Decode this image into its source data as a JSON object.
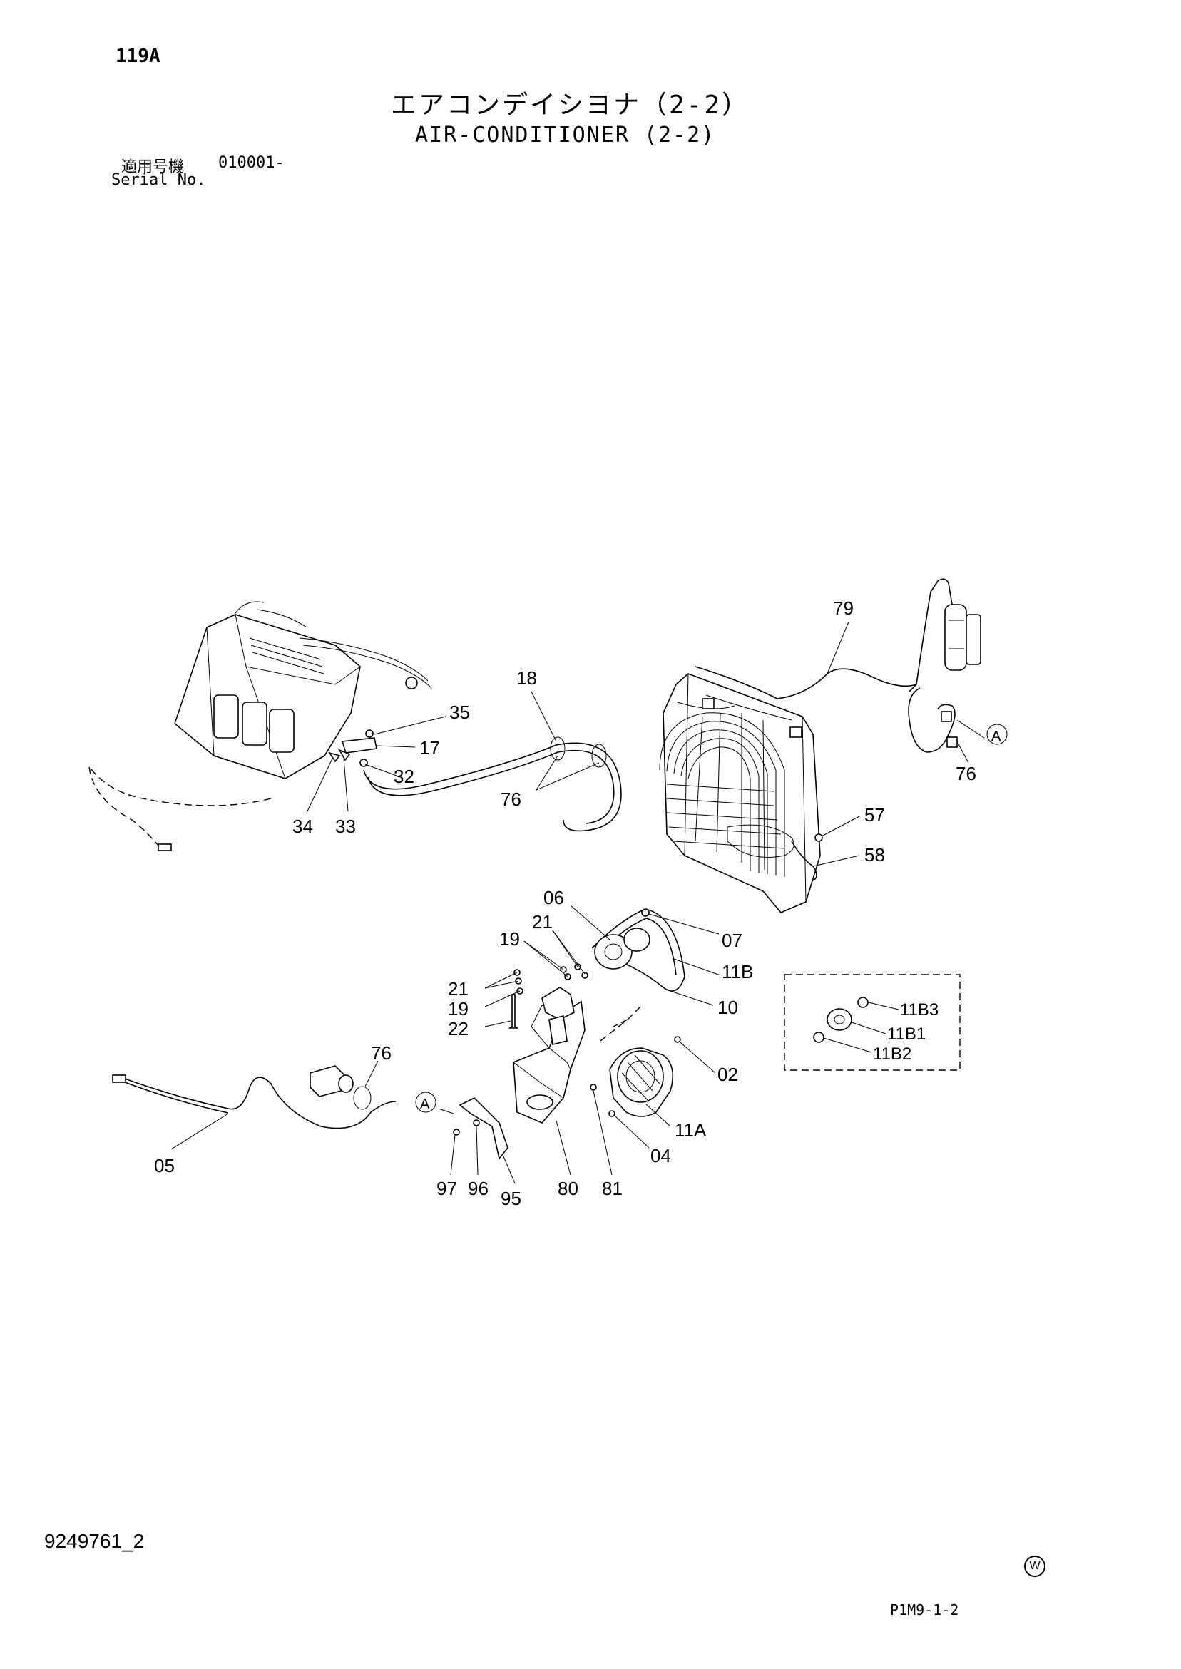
{
  "header": {
    "page_number": "119A",
    "title_jp": "エアコンデイシヨナ（2-2）",
    "title_en": "AIR-CONDITIONER (2-2)",
    "serial_label_jp": "適用号機",
    "serial_value": "010001-",
    "serial_label_en": "Serial No."
  },
  "footer": {
    "drawing_number": "9249761_2",
    "page_code": "P1M9-1-2",
    "mark": "W"
  },
  "callouts": {
    "c79": "79",
    "c18": "18",
    "c35": "35",
    "c17": "17",
    "c32": "32",
    "c34": "34",
    "c33": "33",
    "c76a": "76",
    "c76b": "76",
    "c76c": "76",
    "cA1": "A",
    "cA2": "A",
    "c57": "57",
    "c58": "58",
    "c06": "06",
    "c07": "07",
    "c21a": "21",
    "c19a": "19",
    "c11B": "11B",
    "c21b": "21",
    "c19b": "19",
    "c22": "22",
    "c10": "10",
    "c11B3": "11B3",
    "c11B1": "11B1",
    "c11B2": "11B2",
    "c02": "02",
    "c11A": "11A",
    "c04": "04",
    "c05": "05",
    "c97": "97",
    "c96": "96",
    "c95": "95",
    "c80": "80",
    "c81": "81"
  }
}
